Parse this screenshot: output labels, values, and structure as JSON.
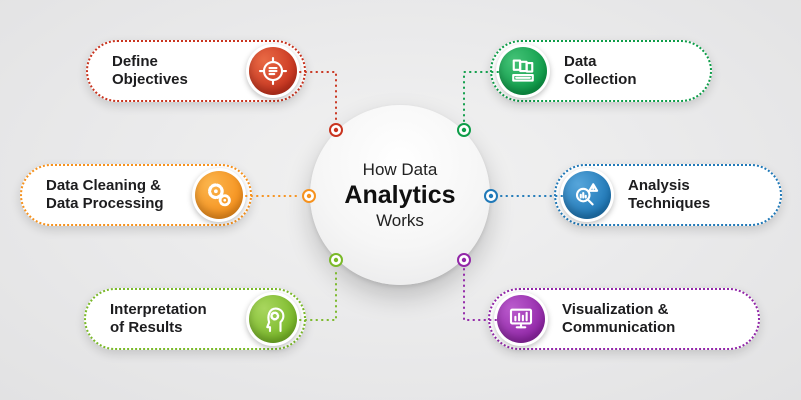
{
  "title": {
    "line1": "How Data",
    "line2": "Analytics",
    "line3": "Works"
  },
  "background_color": "#e9e9ea",
  "items": [
    {
      "id": "define-objectives",
      "label": "Define\nObjectives",
      "color": "#c9341f",
      "color_light": "#e86a45",
      "icon": "target-document-icon"
    },
    {
      "id": "data-cleaning-processing",
      "label": "Data Cleaning &\nData Processing",
      "color": "#f6921e",
      "color_light": "#fbb54d",
      "icon": "gears-icon"
    },
    {
      "id": "interpretation-of-results",
      "label": "Interpretation\nof Results",
      "color": "#7ab929",
      "color_light": "#a8d65e",
      "icon": "head-gear-icon"
    },
    {
      "id": "data-collection",
      "label": "Data\nCollection",
      "color": "#0e9d49",
      "color_light": "#44c277",
      "icon": "documents-icon"
    },
    {
      "id": "analysis-techniques",
      "label": "Analysis\nTechniques",
      "color": "#2079b8",
      "color_light": "#56a5da",
      "icon": "magnifier-chart-icon"
    },
    {
      "id": "visualization-communication",
      "label": "Visualization &\nCommunication",
      "color": "#9227a8",
      "color_light": "#ba5bcd",
      "icon": "monitor-chart-icon"
    }
  ]
}
